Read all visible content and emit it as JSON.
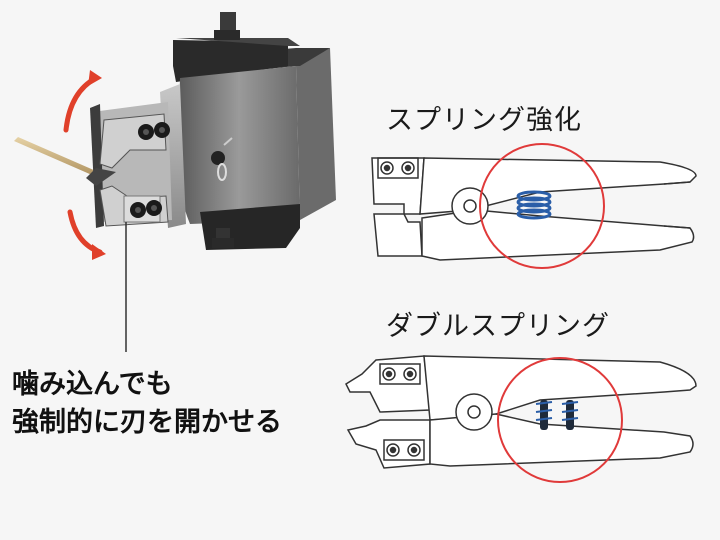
{
  "labels": {
    "spring_strengthened": "スプリング強化",
    "double_spring": "ダブルスプリング"
  },
  "caption": {
    "line1": "噛み込んでも",
    "line2": "強制的に刃を開かせる"
  },
  "colors": {
    "highlight_circle": "#e03a3a",
    "rotation_arrow": "#e0402a",
    "spring_blue": "#2a5ea8",
    "spring_dark": "#1e2a3a",
    "body_dark": "#2b2b2b",
    "body_gray": "#8a8a8a"
  },
  "icons": {
    "cutter_3d": "air-nipper-unit-illustration",
    "jaw_single_spring": "jaw-with-single-spring",
    "jaw_double_spring": "jaw-with-double-spring"
  }
}
